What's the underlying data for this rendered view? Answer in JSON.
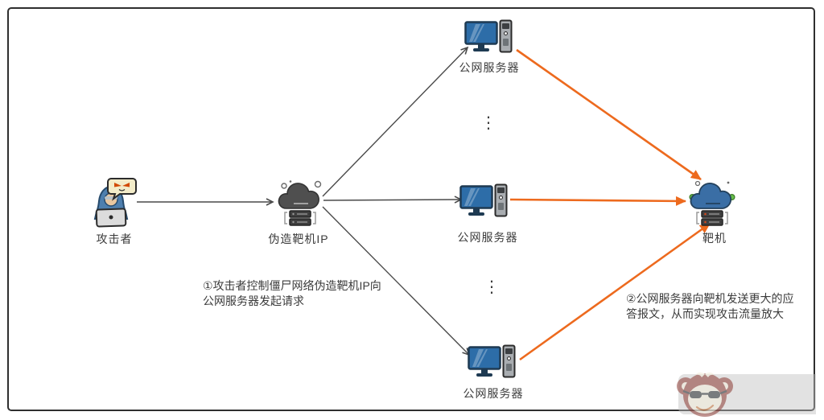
{
  "diagram": {
    "nodes": {
      "attacker": {
        "label": "攻击者",
        "icon": "hacker-icon"
      },
      "spoofed_ip": {
        "label": "伪造靶机IP",
        "icon": "gray-cloud-server-icon"
      },
      "server_top": {
        "label": "公网服务器",
        "icon": "desktop-computer-icon"
      },
      "server_mid": {
        "label": "公网服务器",
        "icon": "desktop-computer-icon"
      },
      "server_bottom": {
        "label": "公网服务器",
        "icon": "desktop-computer-icon"
      },
      "target": {
        "label": "靶机",
        "icon": "blue-cloud-server-icon"
      }
    },
    "annotations": {
      "step1": "①攻击者控制僵尸网络伪造靶机IP向\n公网服务器发起请求",
      "step2": "②公网服务器向靶机发送更大的应\n答报文，从而实现攻击流量放大"
    },
    "ellipsis": "⋮",
    "colors": {
      "request_arrow": "#4a4a4a",
      "response_arrow": "#ed6a1e",
      "spoofed_cloud": "#4f4f4f",
      "target_cloud": "#3a6ea5",
      "status_dot_green": "#67bf4a"
    }
  }
}
